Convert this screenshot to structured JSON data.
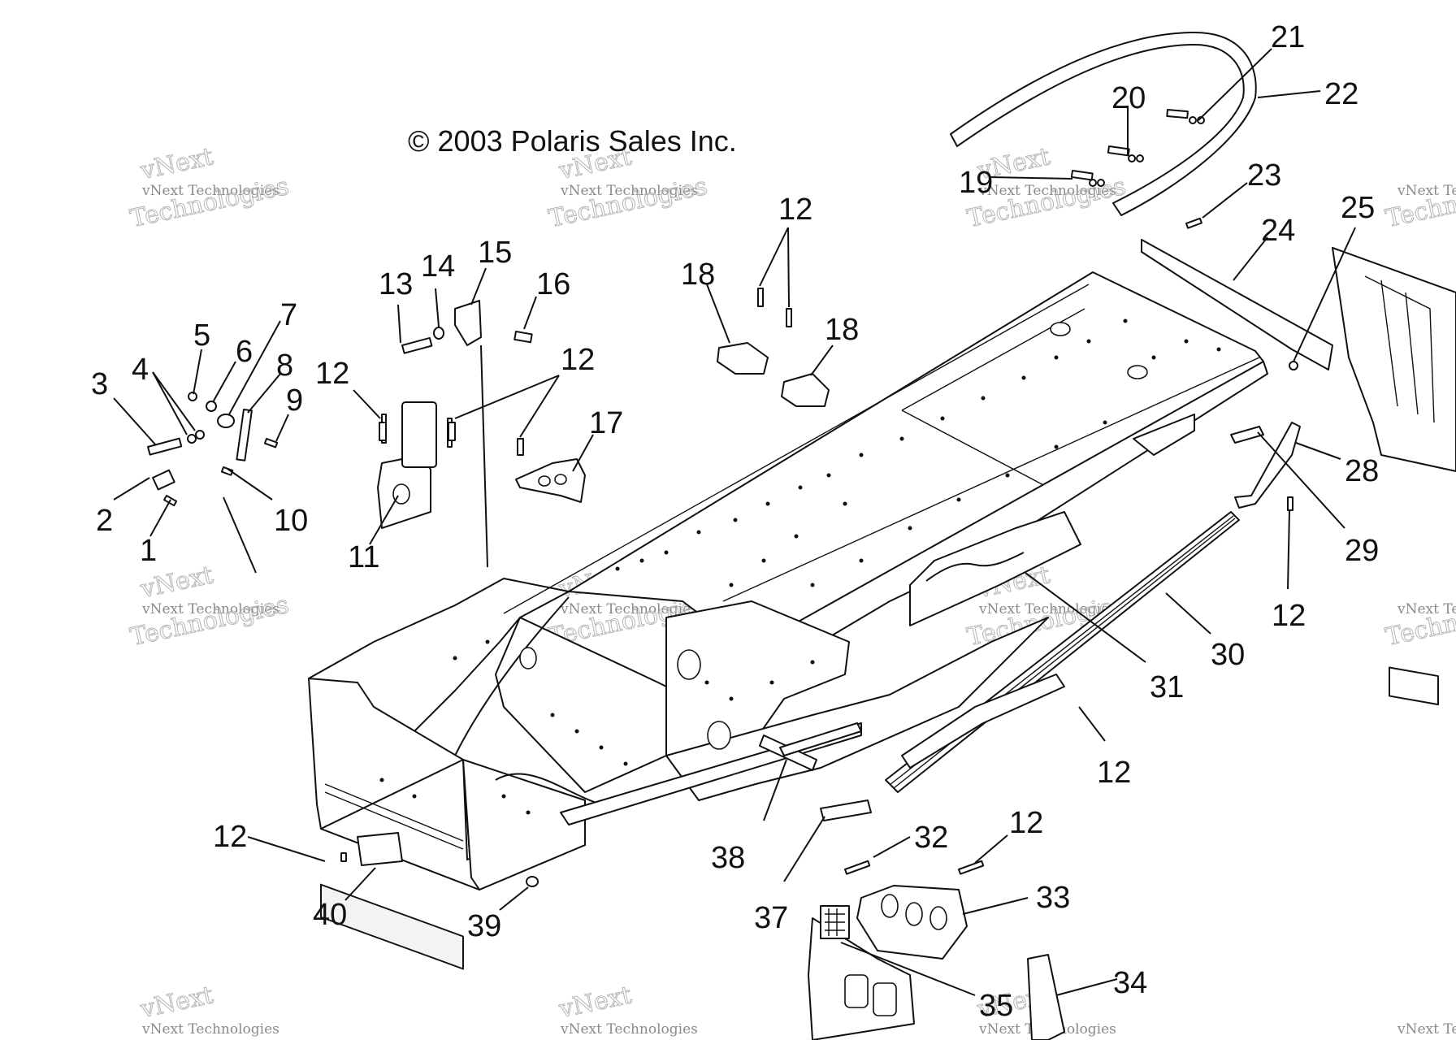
{
  "copyright": "© 2003 Polaris Sales Inc.",
  "watermark": {
    "line1": "vNext Technologies",
    "line2": "Technologies",
    "outline_top": "vNext"
  },
  "callouts": {
    "c1": "1",
    "c2": "2",
    "c3": "3",
    "c4": "4",
    "c5": "5",
    "c6": "6",
    "c7": "7",
    "c8": "8",
    "c9": "9",
    "c10": "10",
    "c11": "11",
    "c12": "12",
    "c13": "13",
    "c14": "14",
    "c15": "15",
    "c16": "16",
    "c17": "17",
    "c18": "18",
    "c19": "19",
    "c20": "20",
    "c21": "21",
    "c22": "22",
    "c23": "23",
    "c24": "24",
    "c25": "25",
    "c28": "28",
    "c29": "29",
    "c30": "30",
    "c31": "31",
    "c32": "32",
    "c33": "33",
    "c34": "34",
    "c35": "35",
    "c37": "37",
    "c38": "38",
    "c39": "39",
    "c40": "40"
  }
}
